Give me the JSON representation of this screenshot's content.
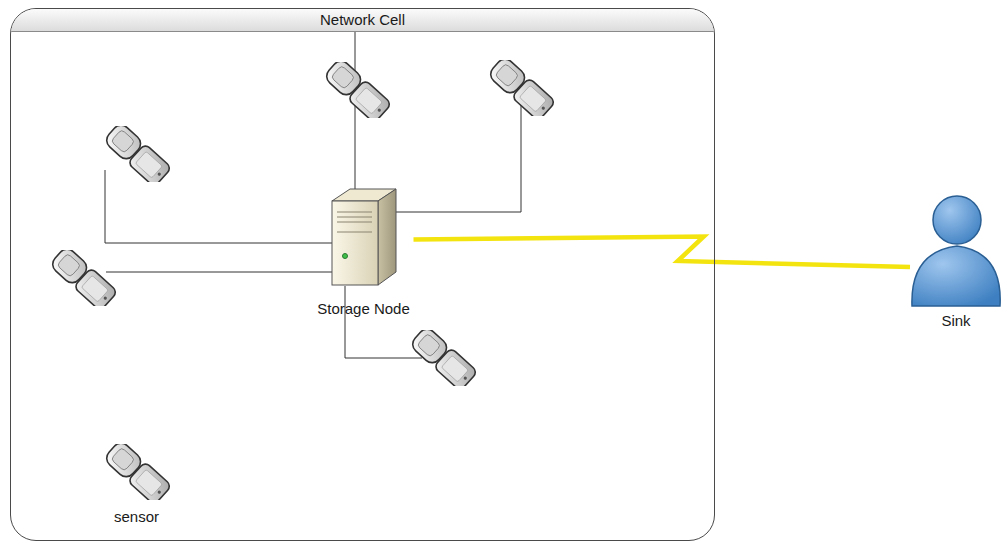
{
  "diagram": {
    "nodes": [
      {
        "text": [
          "Network Cell"
        ]
      },
      {
        "text": [
          "Storage Node"
        ],
        "in": 0
      },
      {
        "text": [
          "sensor"
        ],
        "in": 0
      },
      {
        "text": [
          "Sink"
        ]
      }
    ],
    "edges": [
      {
        "from": 1,
        "to": 3,
        "arrow": "none"
      }
    ]
  }
}
